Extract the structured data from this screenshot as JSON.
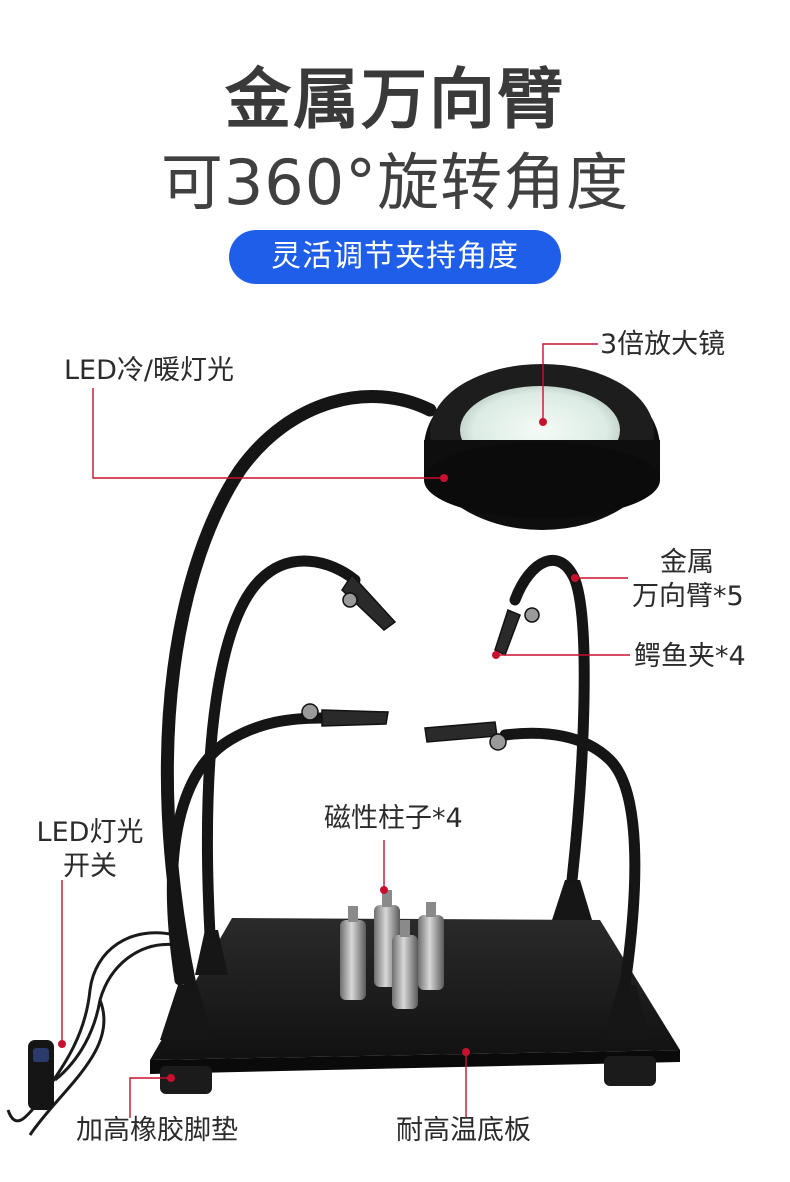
{
  "header": {
    "title": "金属万向臂",
    "subtitle": "可360°旋转角度",
    "badge": "灵活调节夹持角度"
  },
  "callouts": {
    "led_light": "LED冷/暖灯光",
    "magnifier": "3倍放大镜",
    "metal_arm_line1": "金属",
    "metal_arm_line2": "万向臂*5",
    "alligator_clip": "鳄鱼夹*4",
    "magnetic_post": "磁性柱子*4",
    "led_switch_line1": "LED灯光",
    "led_switch_line2": "开关",
    "rubber_feet": "加高橡胶脚垫",
    "base_plate": "耐高温底板"
  },
  "colors": {
    "accent_blue": "#1e5ee8",
    "callout_red": "#c8102e",
    "title_gray": "#3a3a3a"
  }
}
